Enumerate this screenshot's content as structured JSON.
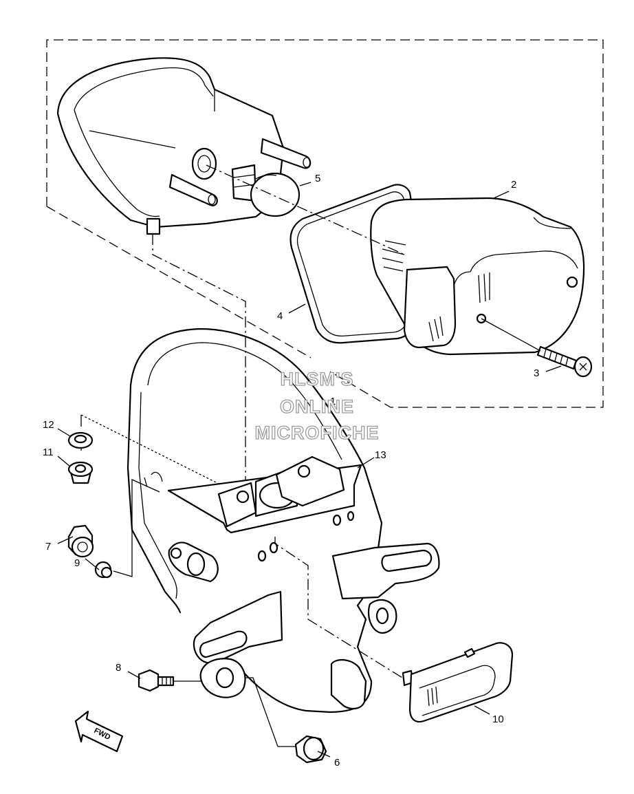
{
  "diagram": {
    "callouts": [
      {
        "id": "c1",
        "label": "1"
      },
      {
        "id": "c2",
        "label": "2"
      },
      {
        "id": "c3",
        "label": "3"
      },
      {
        "id": "c4",
        "label": "4"
      },
      {
        "id": "c5",
        "label": "5"
      },
      {
        "id": "c6",
        "label": "6"
      },
      {
        "id": "c7",
        "label": "7"
      },
      {
        "id": "c8",
        "label": "8"
      },
      {
        "id": "c9",
        "label": "9"
      },
      {
        "id": "c10",
        "label": "10"
      },
      {
        "id": "c11",
        "label": "11"
      },
      {
        "id": "c12",
        "label": "12"
      },
      {
        "id": "c13",
        "label": "13"
      }
    ],
    "watermark": [
      "HLSM'S",
      "ONLINE",
      "MICROFICHE"
    ],
    "direction_label": "FWD"
  }
}
